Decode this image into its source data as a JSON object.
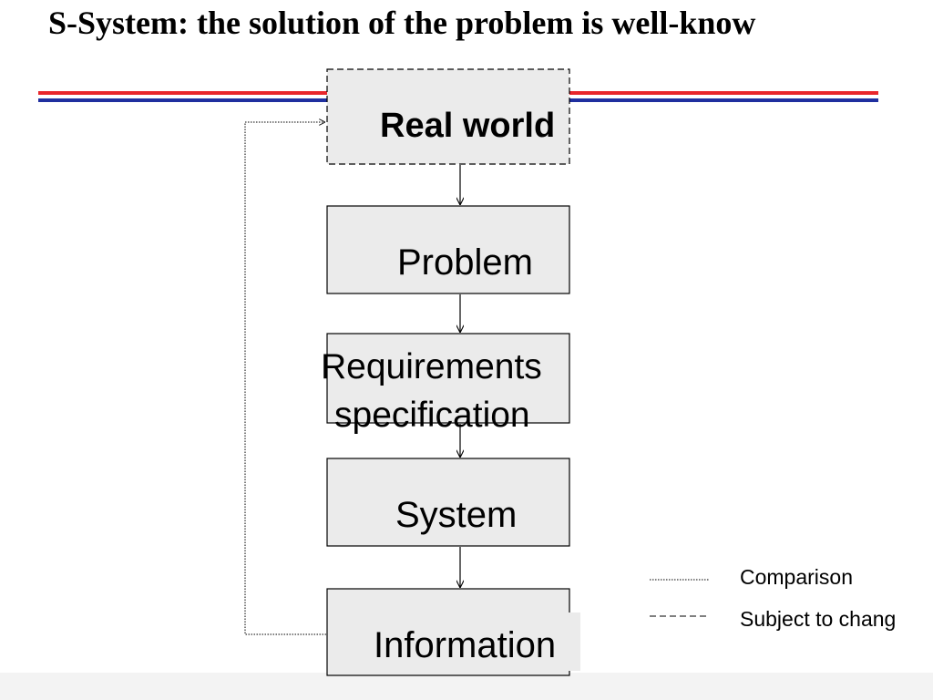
{
  "title": "S-System: the solution of the problem is well-know",
  "colors": {
    "rule_red": "#e8262b",
    "rule_blue": "#1f2f9f",
    "box_fill": "#ebebeb",
    "box_stroke": "#000000"
  },
  "nodes": [
    {
      "id": "real-world",
      "label": "Real world",
      "style": "dashed",
      "bold": true
    },
    {
      "id": "problem",
      "label": "Problem",
      "style": "solid"
    },
    {
      "id": "requirements",
      "label": "Requirements specification",
      "line1": "Requirements",
      "line2": "specification",
      "style": "solid"
    },
    {
      "id": "system",
      "label": "System",
      "style": "solid"
    },
    {
      "id": "information",
      "label": "Information",
      "style": "solid"
    }
  ],
  "edges": [
    {
      "from": "real-world",
      "to": "problem",
      "style": "solid"
    },
    {
      "from": "problem",
      "to": "requirements",
      "style": "solid"
    },
    {
      "from": "requirements",
      "to": "system",
      "style": "solid"
    },
    {
      "from": "system",
      "to": "information",
      "style": "solid"
    },
    {
      "from": "information",
      "to": "real-world",
      "style": "dotted"
    }
  ],
  "legend": {
    "comparison": "Comparison",
    "subject_to_change": "Subject to chang"
  }
}
